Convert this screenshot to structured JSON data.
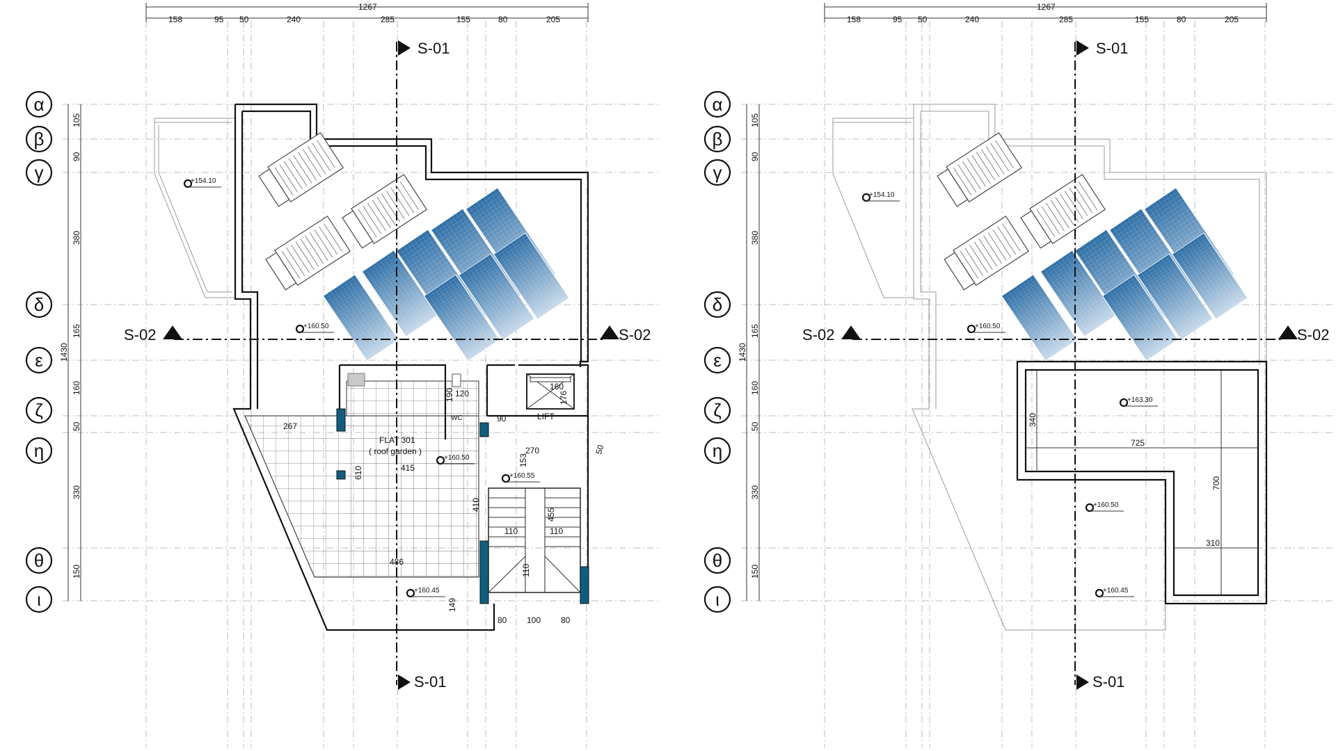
{
  "dimensions": {
    "total": "1267",
    "top_segments": [
      "158",
      "95",
      "50",
      "240",
      "285",
      "155",
      "80",
      "205"
    ],
    "left_total": "1430",
    "left_segments": [
      "105",
      "90",
      "380",
      "165",
      "160",
      "50",
      "330",
      "150"
    ]
  },
  "grid_labels": [
    "α",
    "β",
    "γ",
    "δ",
    "ε",
    "ζ",
    "η",
    "θ",
    "ι"
  ],
  "sections": {
    "vertical": "S-01",
    "horizontal": "S-02"
  },
  "plan_left": {
    "flat_name": "FLAT 301",
    "flat_sub": "( roof garden )",
    "lift": "LIFT",
    "wc": "WC",
    "levels": [
      "+154.10",
      "+160.50",
      "+160.50",
      "+160.55",
      "+160.45"
    ],
    "dims": [
      "267",
      "415",
      "610",
      "486",
      "149",
      "410",
      "153",
      "270",
      "50",
      "90",
      "120",
      "190",
      "160",
      "176",
      "455",
      "110",
      "110",
      "110",
      "80",
      "100",
      "80"
    ]
  },
  "plan_right": {
    "levels": [
      "+154.10",
      "+160.50",
      "+163.30",
      "+160.50",
      "+160.45"
    ],
    "dims": [
      "340",
      "725",
      "700",
      "310"
    ]
  },
  "colors": {
    "panel_dark": "#2d6ea6",
    "panel_light": "#bfd4e8",
    "column_fill": "#0e5f7f"
  }
}
